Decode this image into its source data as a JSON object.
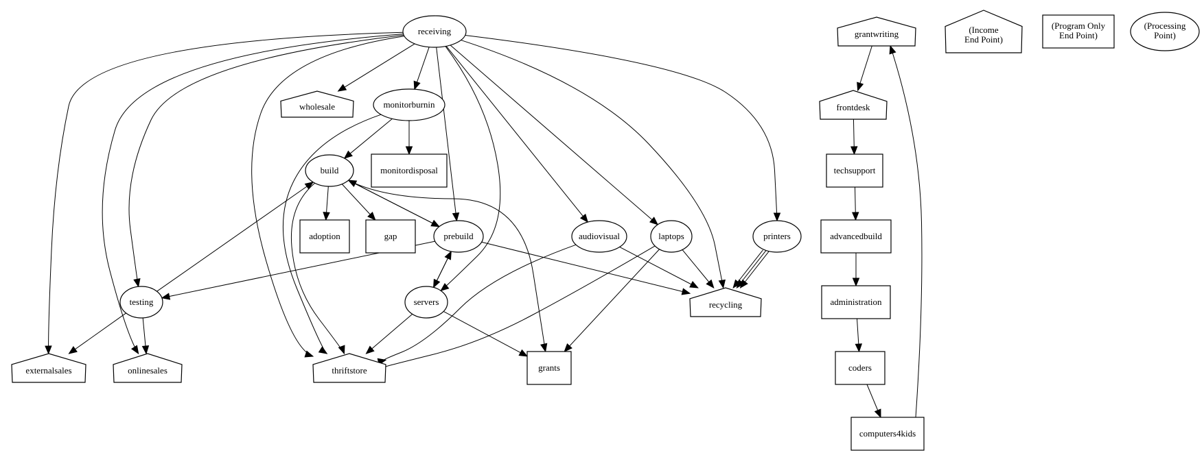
{
  "diagram": {
    "type": "directed-graph",
    "legend": [
      {
        "id": "legend-income",
        "label_lines": [
          "(Income",
          "End Point)"
        ],
        "shape": "house",
        "meaning": "Income End Point"
      },
      {
        "id": "legend-program",
        "label_lines": [
          "(Program Only",
          "End Point)"
        ],
        "shape": "box",
        "meaning": "Program Only End Point"
      },
      {
        "id": "legend-processing",
        "label_lines": [
          "(Processing",
          "Point)"
        ],
        "shape": "ellipse",
        "meaning": "Processing Point"
      }
    ],
    "nodes": [
      {
        "id": "receiving",
        "label": "receiving",
        "shape": "ellipse"
      },
      {
        "id": "wholesale",
        "label": "wholesale",
        "shape": "house"
      },
      {
        "id": "monitorburnin",
        "label": "monitorburnin",
        "shape": "ellipse"
      },
      {
        "id": "monitordisposal",
        "label": "monitordisposal",
        "shape": "box"
      },
      {
        "id": "build",
        "label": "build",
        "shape": "ellipse"
      },
      {
        "id": "adoption",
        "label": "adoption",
        "shape": "box"
      },
      {
        "id": "gap",
        "label": "gap",
        "shape": "box"
      },
      {
        "id": "prebuild",
        "label": "prebuild",
        "shape": "ellipse"
      },
      {
        "id": "audiovisual",
        "label": "audiovisual",
        "shape": "ellipse"
      },
      {
        "id": "laptops",
        "label": "laptops",
        "shape": "ellipse"
      },
      {
        "id": "printers",
        "label": "printers",
        "shape": "ellipse"
      },
      {
        "id": "testing",
        "label": "testing",
        "shape": "ellipse"
      },
      {
        "id": "servers",
        "label": "servers",
        "shape": "ellipse"
      },
      {
        "id": "recycling",
        "label": "recycling",
        "shape": "house"
      },
      {
        "id": "externalsales",
        "label": "externalsales",
        "shape": "house"
      },
      {
        "id": "onlinesales",
        "label": "onlinesales",
        "shape": "house"
      },
      {
        "id": "thriftstore",
        "label": "thriftstore",
        "shape": "house"
      },
      {
        "id": "grants",
        "label": "grants",
        "shape": "box"
      },
      {
        "id": "grantwriting",
        "label": "grantwriting",
        "shape": "house"
      },
      {
        "id": "frontdesk",
        "label": "frontdesk",
        "shape": "house"
      },
      {
        "id": "techsupport",
        "label": "techsupport",
        "shape": "box"
      },
      {
        "id": "advancedbuild",
        "label": "advancedbuild",
        "shape": "box"
      },
      {
        "id": "administration",
        "label": "administration",
        "shape": "box"
      },
      {
        "id": "coders",
        "label": "coders",
        "shape": "box"
      },
      {
        "id": "computers4kids",
        "label": "computers4kids",
        "shape": "box"
      }
    ],
    "edges": [
      {
        "from": "receiving",
        "to": "wholesale"
      },
      {
        "from": "receiving",
        "to": "monitorburnin"
      },
      {
        "from": "receiving",
        "to": "prebuild"
      },
      {
        "from": "receiving",
        "to": "servers"
      },
      {
        "from": "receiving",
        "to": "audiovisual"
      },
      {
        "from": "receiving",
        "to": "laptops"
      },
      {
        "from": "receiving",
        "to": "recycling"
      },
      {
        "from": "receiving",
        "to": "printers"
      },
      {
        "from": "receiving",
        "to": "externalsales"
      },
      {
        "from": "receiving",
        "to": "onlinesales"
      },
      {
        "from": "receiving",
        "to": "testing"
      },
      {
        "from": "receiving",
        "to": "thriftstore"
      },
      {
        "from": "monitorburnin",
        "to": "build"
      },
      {
        "from": "monitorburnin",
        "to": "monitordisposal"
      },
      {
        "from": "monitorburnin",
        "to": "thriftstore"
      },
      {
        "from": "build",
        "to": "adoption"
      },
      {
        "from": "build",
        "to": "gap"
      },
      {
        "from": "build",
        "to": "prebuild"
      },
      {
        "from": "build",
        "to": "thriftstore"
      },
      {
        "from": "build",
        "to": "grants"
      },
      {
        "from": "prebuild",
        "to": "build"
      },
      {
        "from": "prebuild",
        "to": "testing"
      },
      {
        "from": "prebuild",
        "to": "servers"
      },
      {
        "from": "prebuild",
        "to": "recycling"
      },
      {
        "from": "servers",
        "to": "prebuild"
      },
      {
        "from": "servers",
        "to": "thriftstore"
      },
      {
        "from": "servers",
        "to": "grants"
      },
      {
        "from": "testing",
        "to": "build"
      },
      {
        "from": "testing",
        "to": "externalsales"
      },
      {
        "from": "testing",
        "to": "onlinesales"
      },
      {
        "from": "audiovisual",
        "to": "thriftstore"
      },
      {
        "from": "audiovisual",
        "to": "recycling"
      },
      {
        "from": "laptops",
        "to": "thriftstore"
      },
      {
        "from": "laptops",
        "to": "grants"
      },
      {
        "from": "laptops",
        "to": "recycling"
      },
      {
        "from": "printers",
        "to": "recycling"
      },
      {
        "from": "printers",
        "to": "recycling"
      },
      {
        "from": "printers",
        "to": "recycling"
      },
      {
        "from": "grantwriting",
        "to": "frontdesk"
      },
      {
        "from": "frontdesk",
        "to": "techsupport"
      },
      {
        "from": "techsupport",
        "to": "advancedbuild"
      },
      {
        "from": "advancedbuild",
        "to": "administration"
      },
      {
        "from": "administration",
        "to": "coders"
      },
      {
        "from": "coders",
        "to": "computers4kids"
      },
      {
        "from": "computers4kids",
        "to": "grantwriting"
      }
    ]
  }
}
